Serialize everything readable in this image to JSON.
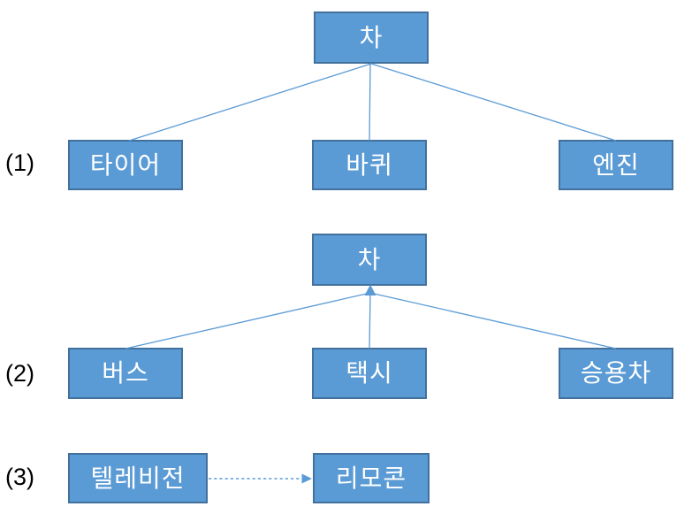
{
  "theme": {
    "background": "#ffffff",
    "box_fill": "#5b9bd5",
    "box_border": "#41719c",
    "connector": "#5b9bd5",
    "box_text": "#ffffff",
    "label_text": "#000000"
  },
  "diagrams": {
    "d1": {
      "label": "(1)",
      "root": "차",
      "children": [
        "타이어",
        "바퀴",
        "엔진"
      ],
      "relation": "whole-part tree, plain lines"
    },
    "d2": {
      "label": "(2)",
      "root": "차",
      "children": [
        "버스",
        "택시",
        "승용차"
      ],
      "relation": "kind-of tree, arrow pointing up into root"
    },
    "d3": {
      "label": "(3)",
      "source": "텔레비전",
      "target": "리모콘",
      "relation": "dashed arrow left to right"
    }
  }
}
